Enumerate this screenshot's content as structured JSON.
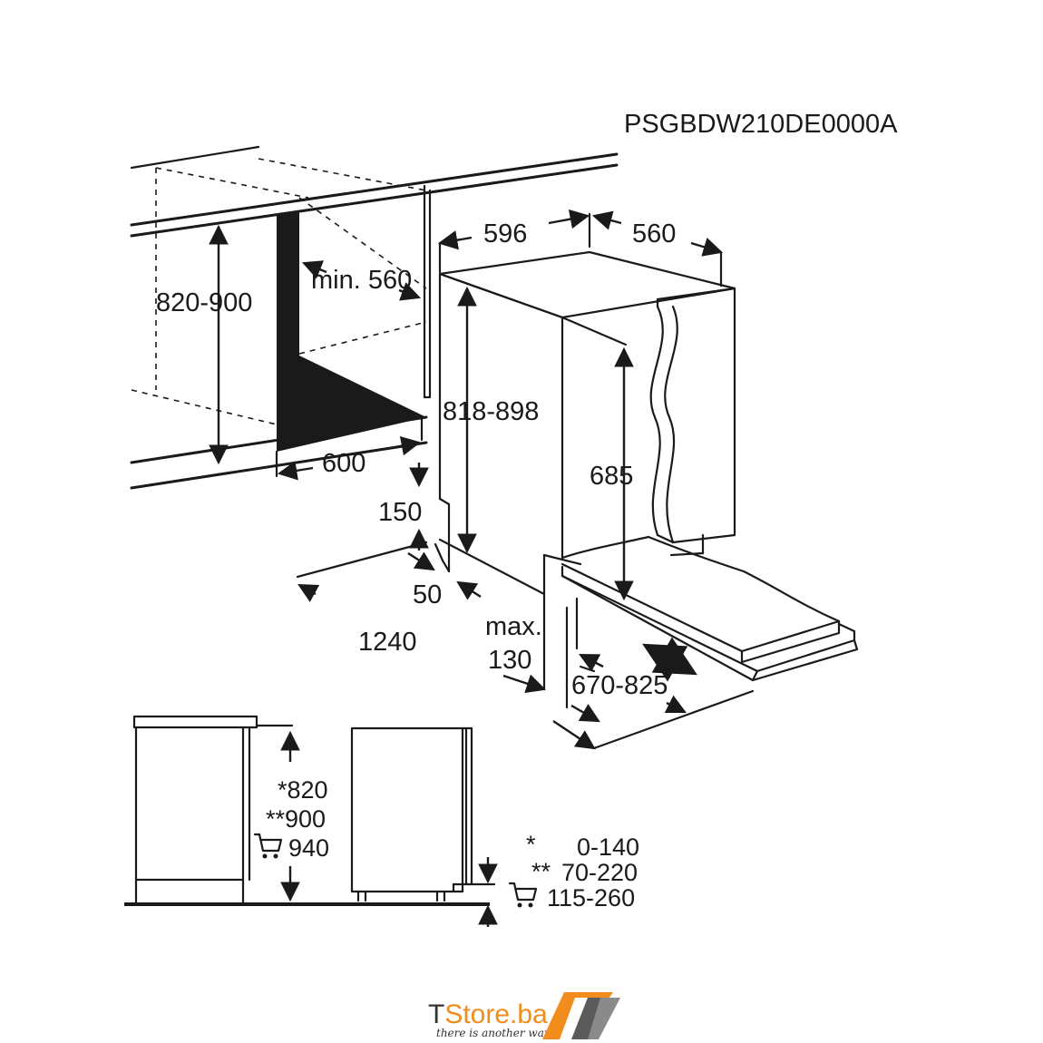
{
  "model_code": "PSGBDW210DE0000A",
  "dimensions": {
    "width": "596",
    "depth": "560",
    "niche_height": "820-900",
    "niche_depth": "min. 560",
    "niche_width": "600",
    "appliance_height": "818-898",
    "door_height": "685",
    "plinth_height": "150",
    "plinth_depth": "50",
    "total_depth": "1240",
    "max_label": "max.",
    "max_value": "130",
    "door_travel": "670-825"
  },
  "side_views": {
    "height_options": [
      "*820",
      "**900",
      "940"
    ],
    "plinth_options": [
      {
        "mark": "*",
        "value": "0-140"
      },
      {
        "mark": "**",
        "value": "70-220"
      },
      {
        "mark": "",
        "value": "115-260"
      }
    ]
  },
  "icons": [
    "shopping-cart-icon",
    "shopping-cart-icon"
  ],
  "logo": {
    "brand_prefix": "T",
    "brand_main": "Store.ba",
    "tagline": "there is another way",
    "accent_color": "#f28c1c",
    "dark_color": "#333333"
  }
}
